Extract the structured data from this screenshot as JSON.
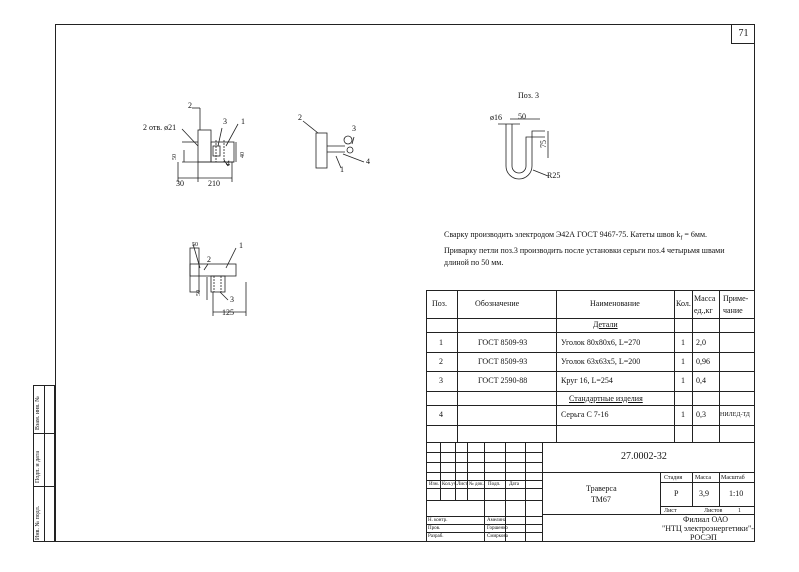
{
  "sheet_number": "71",
  "side_strip": {
    "inv_no_podl": "Инв. № подл.",
    "podp_i_data": "Подп. и дата",
    "vzam_inv": "Взам. инв. №"
  },
  "drawings": {
    "view1": {
      "label_2otv": "2 отв. ø21",
      "pos2": "2",
      "pos3": "3",
      "pos1": "1",
      "pos4": "4",
      "dim_50": "50",
      "dim_40": "40",
      "dim_30": "30",
      "dim_210": "210"
    },
    "view2": {
      "pos2": "2",
      "pos3": "3",
      "pos4": "4",
      "pos1": "1"
    },
    "view3": {
      "pos2": "2",
      "pos1": "1",
      "pos3": "3",
      "dim_50": "50",
      "dim_125": "125"
    },
    "poz3": {
      "title": "Поз. 3",
      "dia": "ø16",
      "dim_50": "50",
      "dim_75": "75",
      "radius": "R25"
    }
  },
  "notes": {
    "line1": "Сварку производить электродом Э42А ГОСТ 9467-75.  Катеты швов k",
    "line1_sub": "f",
    "line1_end": " = 6мм.",
    "line2": "Приварку петли поз.3 производить после установки серьги поз.4 четырьмя швами",
    "line3": "длиной по 50 мм."
  },
  "spec": {
    "headers": {
      "pos": "Поз.",
      "oboz": "Обозначение",
      "naim": "Наименование",
      "kol": "Кол.",
      "massa_1": "Масса",
      "massa_2": "ед.,кг",
      "prim_1": "Приме-",
      "prim_2": "чание"
    },
    "section_details": "Детали",
    "section_std": "Стандартные изделия",
    "rows": [
      {
        "pos": "1",
        "oboz": "ГОСТ 8509-93",
        "naim": "Уголок 80х80х6, L=270",
        "kol": "1",
        "massa": "2,0",
        "prim": ""
      },
      {
        "pos": "2",
        "oboz": "ГОСТ 8509-93",
        "naim": "Уголок 63х63х5,  L=200",
        "kol": "1",
        "massa": "0,96",
        "prim": ""
      },
      {
        "pos": "3",
        "oboz": "ГОСТ 2590-88",
        "naim": "Круг 16, L=254",
        "kol": "1",
        "massa": "0,4",
        "prim": ""
      }
    ],
    "std_rows": [
      {
        "pos": "4",
        "oboz": "",
        "naim": "Серьга С 7-16",
        "kol": "1",
        "massa": "0,3",
        "prim": "НИЛЕД-ТД"
      }
    ]
  },
  "title_block": {
    "doc_number": "27.0002-32",
    "name_1": "Траверса",
    "name_2": "ТМ67",
    "stadiya_h": "Стадия",
    "massa_h": "Масса",
    "masshtab_h": "Масштаб",
    "stadiya": "Р",
    "massa": "3,9",
    "masshtab": "1:10",
    "list_h": "Лист",
    "listov_h": "Листов",
    "listov": "1",
    "org_1": "Филиал ОАО",
    "org_2": "\"НТЦ электроэнергетики\"-",
    "org_3": "РОСЭП",
    "cols": {
      "izm": "Изм.",
      "kol_uch": "Кол.уч.",
      "list": "Лист",
      "n_dok": "№ док.",
      "podp": "Подп.",
      "data": "Дата"
    },
    "people": [
      {
        "role": "Н. контр.",
        "name": "Амелина"
      },
      {
        "role": "Пров.",
        "name": "Горшенко"
      },
      {
        "role": "Разраб.",
        "name": "Смиркова"
      }
    ]
  }
}
